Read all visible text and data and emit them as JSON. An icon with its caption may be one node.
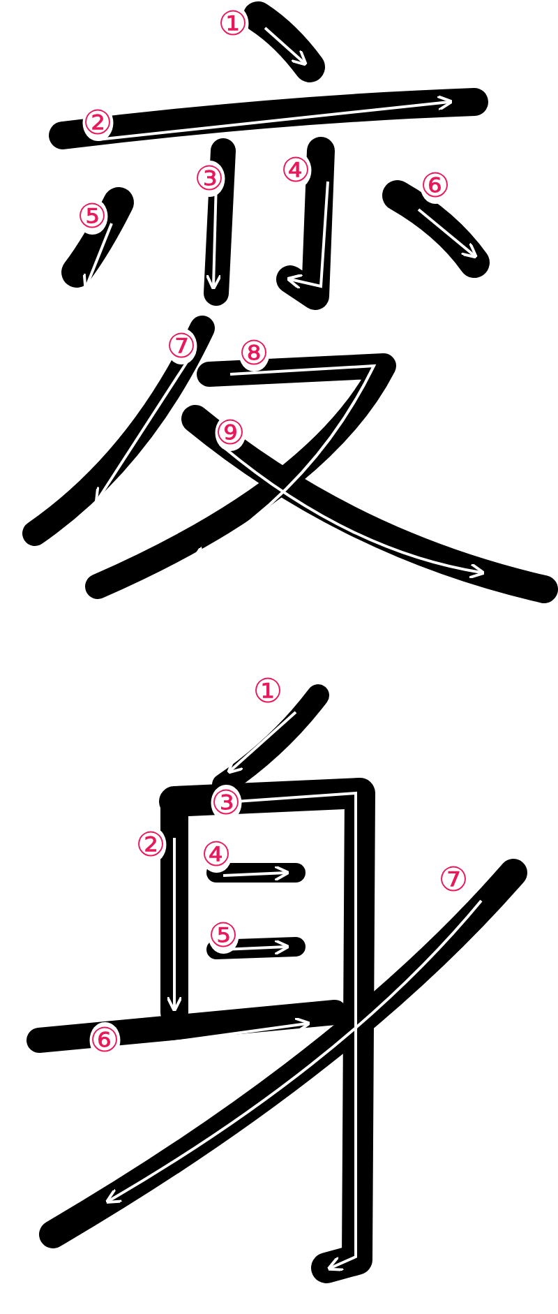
{
  "diagram": {
    "labels": [
      "①",
      "②",
      "③",
      "④",
      "⑤",
      "⑥",
      "⑦",
      "⑧",
      "⑨",
      "①",
      "②",
      "③",
      "④",
      "⑤",
      "⑥",
      "⑦"
    ]
  }
}
